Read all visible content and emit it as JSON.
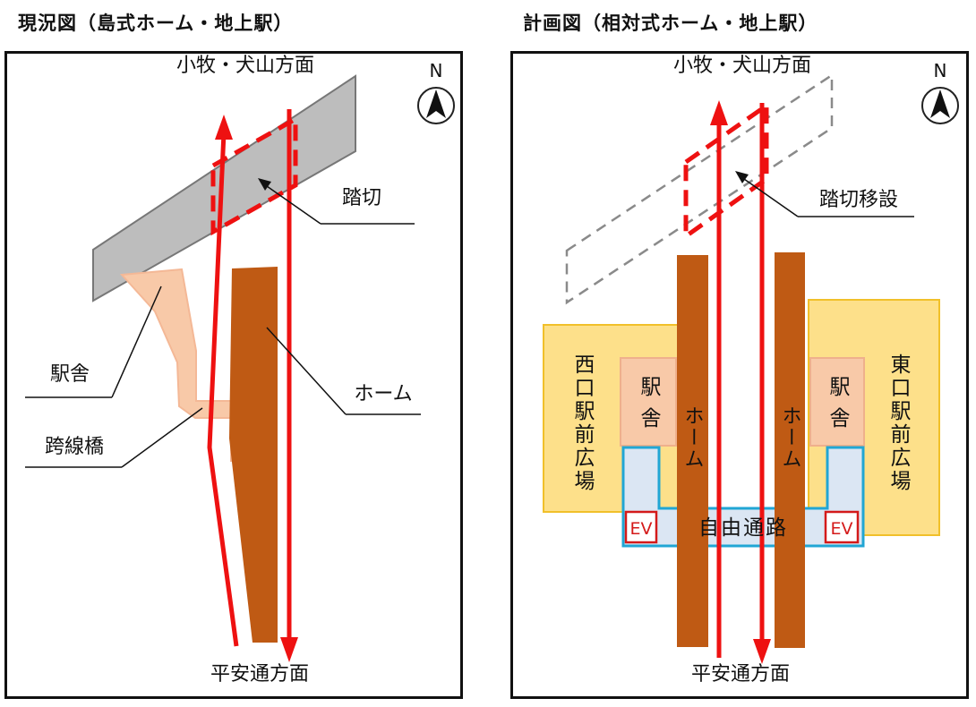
{
  "left": {
    "title": "現況図（島式ホーム・地上駅）",
    "north_label": "N",
    "top_direction": "小牧・犬山方面",
    "bottom_direction": "平安通方面",
    "crossing_label": "踏切",
    "station_label": "駅舎",
    "overpass_label": "跨線橋",
    "platform_label": "ホーム"
  },
  "right": {
    "title": "計画図（相対式ホーム・地上駅）",
    "north_label": "N",
    "top_direction": "小牧・犬山方面",
    "bottom_direction": "平安通方面",
    "crossing_label": "踏切移設",
    "west_plaza_label": "西口駅前広場",
    "east_plaza_label": "東口駅前広場",
    "station_label": "駅舎",
    "platform_label": "ホーム",
    "passage_label": "自由通路",
    "ev_label": "EV"
  },
  "colors": {
    "track": "#ee1111",
    "platform": "#bf5a14",
    "station": "#f8c9a8",
    "plaza": "#fde08a",
    "passage": "#dbe6f3",
    "passage_border": "#21a6d4",
    "crossing": "#bdbdbd"
  }
}
